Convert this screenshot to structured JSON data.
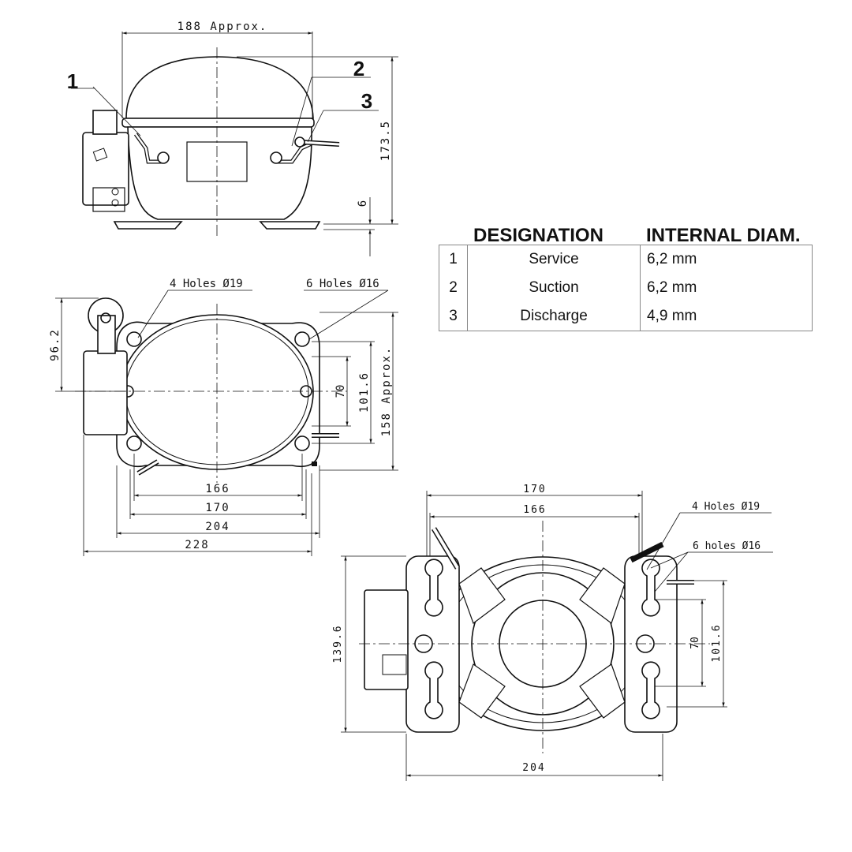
{
  "side_view": {
    "width_label": "188 Approx.",
    "height_label": "173.5",
    "base_label": "6",
    "callouts": [
      "1",
      "2",
      "3"
    ]
  },
  "top_view": {
    "holes_large": "4 Holes Ø19",
    "holes_small": "6 Holes Ø16",
    "dims": {
      "d96": "96.2",
      "d70": "70",
      "d101": "101.6",
      "d158": "158 Approx.",
      "d166": "166",
      "d170": "170",
      "d204": "204",
      "d228": "228"
    }
  },
  "bottom_view": {
    "holes_large": "4 Holes Ø19",
    "holes_small": "6 holes Ø16",
    "dims": {
      "d170": "170",
      "d166": "166",
      "d139": "139.6",
      "d70": "70",
      "d101": "101.6",
      "d204": "204"
    }
  },
  "table": {
    "headers": [
      "DESIGNATION",
      "INTERNAL DIAM."
    ],
    "rows": [
      {
        "num": "1",
        "designation": "Service",
        "diameter": "6,2 mm"
      },
      {
        "num": "2",
        "designation": "Suction",
        "diameter": "6,2 mm"
      },
      {
        "num": "3",
        "designation": "Discharge",
        "diameter": "4,9 mm"
      }
    ]
  },
  "colors": {
    "line": "#111111",
    "background": "#ffffff"
  }
}
